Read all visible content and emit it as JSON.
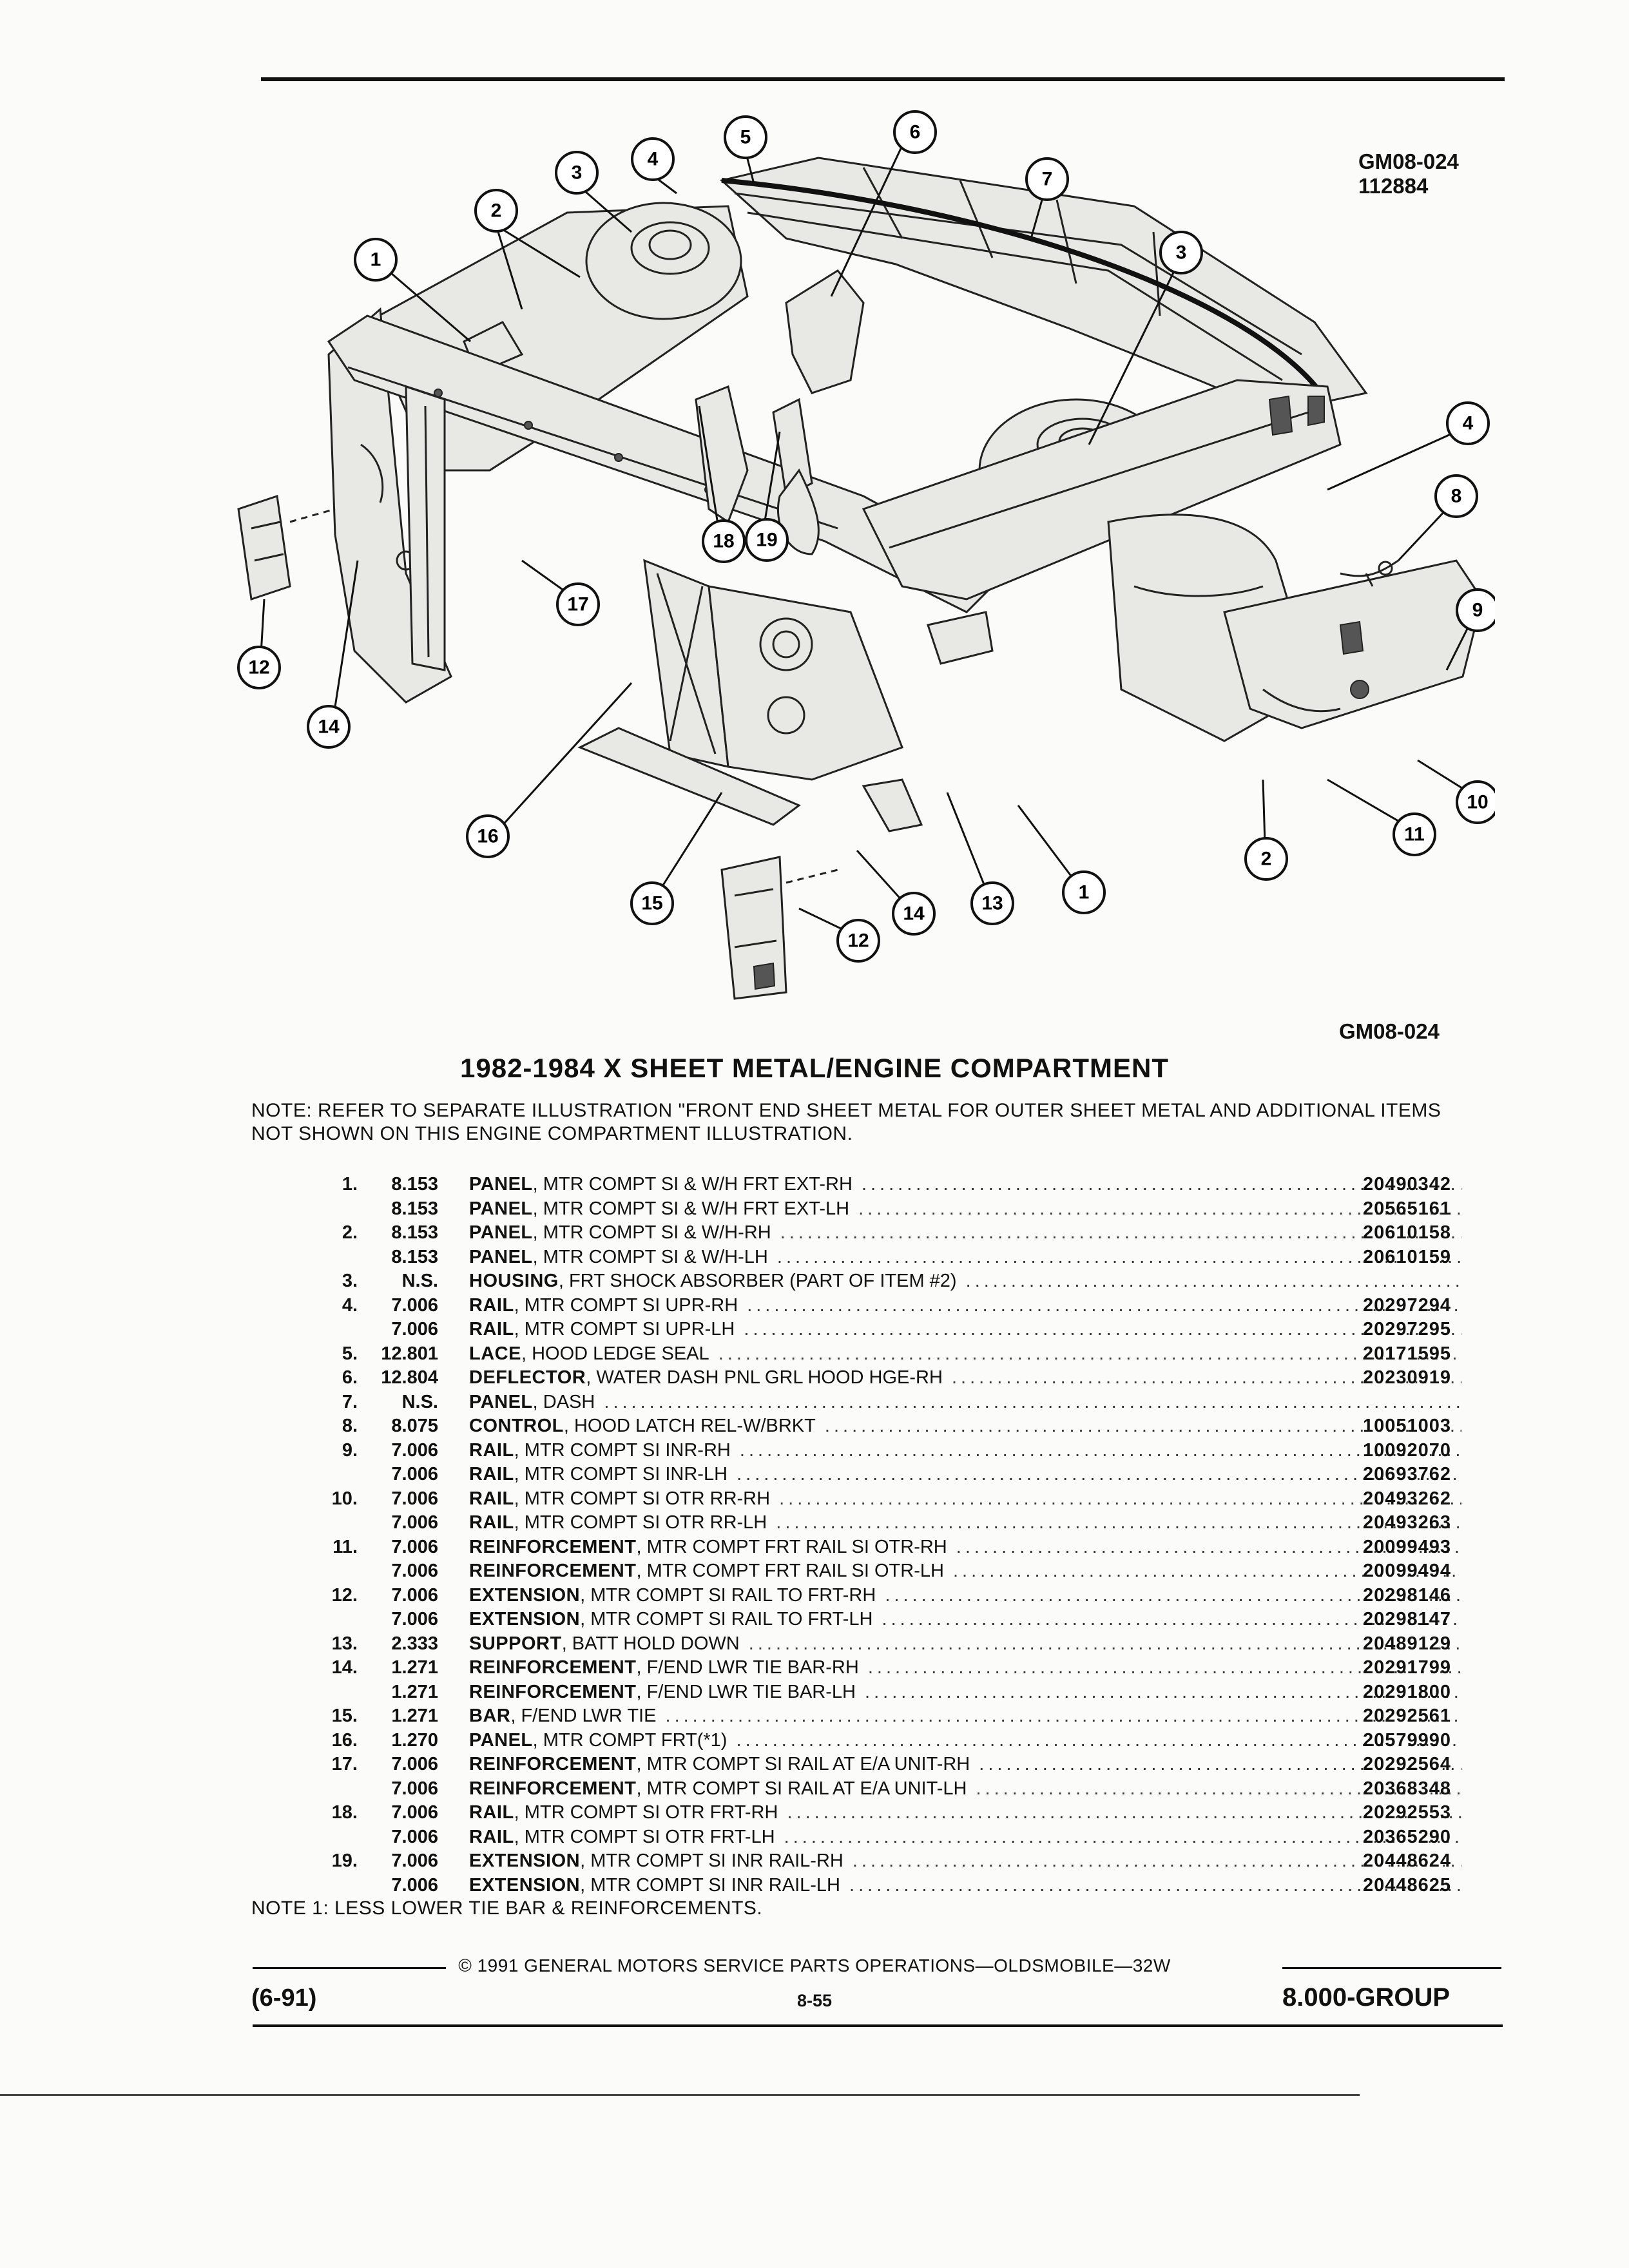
{
  "figure_ref_top": [
    "GM08-024",
    "112884"
  ],
  "figure_ref_bottom": "GM08-024",
  "title": "1982-1984 X SHEET METAL/ENGINE COMPARTMENT",
  "note": "NOTE:  REFER TO SEPARATE ILLUSTRATION \"FRONT END SHEET METAL FOR OUTER SHEET METAL AND ADDITIONAL ITEMS NOT SHOWN ON THIS ENGINE COMPARTMENT ILLUSTRATION.",
  "callouts": {
    "c1": "1",
    "c2": "2",
    "c3": "3",
    "c4": "4",
    "c5": "5",
    "c6": "6",
    "c7": "7",
    "c3b": "3",
    "c4b": "4",
    "c8": "8",
    "c9": "9",
    "c10": "10",
    "c11": "11",
    "c2b": "2",
    "c1b": "1",
    "c13": "13",
    "c14b": "14",
    "c12b": "12",
    "c15": "15",
    "c16": "16",
    "c14": "14",
    "c12": "12",
    "c17": "17",
    "c18": "18",
    "c19": "19"
  },
  "parts": [
    {
      "num": "1.",
      "grp": "8.153",
      "name": "PANEL",
      "detail": ", MTR COMPT SI & W/H FRT EXT-RH",
      "pn": "20490342"
    },
    {
      "num": "",
      "grp": "8.153",
      "name": "PANEL",
      "detail": ", MTR COMPT SI & W/H FRT EXT-LH",
      "pn": "20565161"
    },
    {
      "num": "2.",
      "grp": "8.153",
      "name": "PANEL",
      "detail": ", MTR COMPT SI & W/H-RH",
      "pn": "20610158"
    },
    {
      "num": "",
      "grp": "8.153",
      "name": "PANEL",
      "detail": ", MTR COMPT SI & W/H-LH",
      "pn": "20610159"
    },
    {
      "num": "3.",
      "grp": "N.S.",
      "name": "HOUSING",
      "detail": ", FRT SHOCK ABSORBER (PART OF ITEM #2)",
      "pn": ""
    },
    {
      "num": "4.",
      "grp": "7.006",
      "name": "RAIL",
      "detail": ", MTR COMPT SI UPR-RH",
      "pn": "20297294"
    },
    {
      "num": "",
      "grp": "7.006",
      "name": "RAIL",
      "detail": ", MTR COMPT SI UPR-LH",
      "pn": "20297295"
    },
    {
      "num": "5.",
      "grp": "12.801",
      "name": "LACE",
      "detail": ", HOOD LEDGE SEAL",
      "pn": "20171595"
    },
    {
      "num": "6.",
      "grp": "12.804",
      "name": "DEFLECTOR",
      "detail": ", WATER DASH PNL GRL HOOD HGE-RH",
      "pn": "20230919"
    },
    {
      "num": "7.",
      "grp": "N.S.",
      "name": "PANEL",
      "detail": ", DASH",
      "pn": ""
    },
    {
      "num": "8.",
      "grp": "8.075",
      "name": "CONTROL",
      "detail": ", HOOD LATCH REL-W/BRKT",
      "pn": "10051003"
    },
    {
      "num": "9.",
      "grp": "7.006",
      "name": "RAIL",
      "detail": ", MTR COMPT SI INR-RH",
      "pn": "10092070"
    },
    {
      "num": "",
      "grp": "7.006",
      "name": "RAIL",
      "detail": ", MTR COMPT SI INR-LH",
      "pn": "20693762"
    },
    {
      "num": "10.",
      "grp": "7.006",
      "name": "RAIL",
      "detail": ", MTR COMPT SI OTR RR-RH",
      "pn": "20493262"
    },
    {
      "num": "",
      "grp": "7.006",
      "name": "RAIL",
      "detail": ", MTR COMPT SI OTR RR-LH",
      "pn": "20493263"
    },
    {
      "num": "11.",
      "grp": "7.006",
      "name": "REINFORCEMENT",
      "detail": ", MTR COMPT FRT RAIL SI OTR-RH",
      "pn": "20099493"
    },
    {
      "num": "",
      "grp": "7.006",
      "name": "REINFORCEMENT",
      "detail": ", MTR COMPT FRT RAIL SI OTR-LH",
      "pn": "20099494"
    },
    {
      "num": "12.",
      "grp": "7.006",
      "name": "EXTENSION",
      "detail": ", MTR COMPT SI RAIL TO FRT-RH",
      "pn": "20298146"
    },
    {
      "num": "",
      "grp": "7.006",
      "name": "EXTENSION",
      "detail": ", MTR COMPT SI RAIL TO FRT-LH",
      "pn": "20298147"
    },
    {
      "num": "13.",
      "grp": "2.333",
      "name": "SUPPORT",
      "detail": ", BATT HOLD DOWN",
      "pn": "20489129"
    },
    {
      "num": "14.",
      "grp": "1.271",
      "name": "REINFORCEMENT",
      "detail": ", F/END LWR TIE BAR-RH",
      "pn": "20291799"
    },
    {
      "num": "",
      "grp": "1.271",
      "name": "REINFORCEMENT",
      "detail": ", F/END LWR TIE BAR-LH",
      "pn": "20291800"
    },
    {
      "num": "15.",
      "grp": "1.271",
      "name": "BAR",
      "detail": ", F/END LWR TIE",
      "pn": "20292561"
    },
    {
      "num": "16.",
      "grp": "1.270",
      "name": "PANEL",
      "detail": ", MTR COMPT FRT(*1)",
      "pn": "20579990"
    },
    {
      "num": "17.",
      "grp": "7.006",
      "name": "REINFORCEMENT",
      "detail": ", MTR COMPT SI RAIL AT E/A UNIT-RH",
      "pn": "20292564"
    },
    {
      "num": "",
      "grp": "7.006",
      "name": "REINFORCEMENT",
      "detail": ", MTR COMPT SI RAIL AT E/A UNIT-LH",
      "pn": "20368348"
    },
    {
      "num": "18.",
      "grp": "7.006",
      "name": "RAIL",
      "detail": ", MTR COMPT SI OTR FRT-RH",
      "pn": "20292553"
    },
    {
      "num": "",
      "grp": "7.006",
      "name": "RAIL",
      "detail": ", MTR COMPT SI OTR FRT-LH",
      "pn": "20365290"
    },
    {
      "num": "19.",
      "grp": "7.006",
      "name": "EXTENSION",
      "detail": ", MTR COMPT SI INR RAIL-RH",
      "pn": "20448624"
    },
    {
      "num": "",
      "grp": "7.006",
      "name": "EXTENSION",
      "detail": ", MTR COMPT SI INR RAIL-LH",
      "pn": "20448625"
    }
  ],
  "note1": "NOTE  1:  LESS LOWER TIE BAR & REINFORCEMENTS.",
  "footer": {
    "copyright": "© 1991 GENERAL MOTORS SERVICE PARTS OPERATIONS—OLDSMOBILE—32W",
    "date": "(6-91)",
    "page": "8-55",
    "group": "8.000-GROUP"
  }
}
